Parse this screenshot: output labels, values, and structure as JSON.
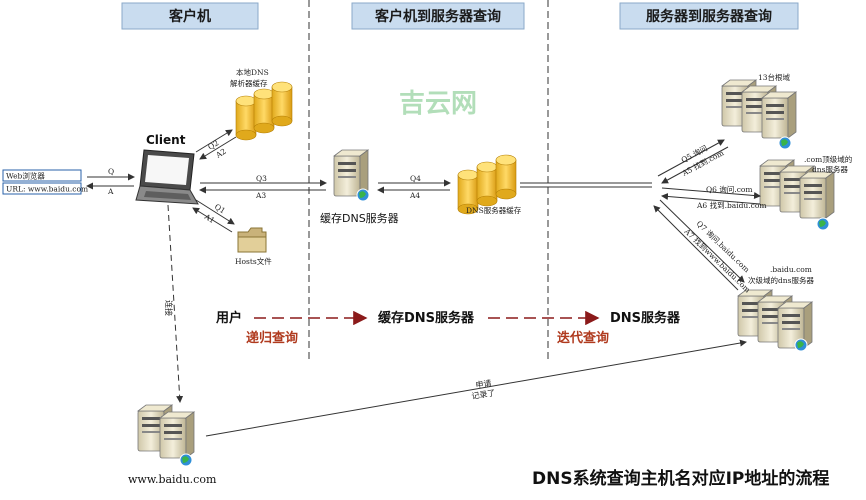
{
  "headers": {
    "client": "客户机",
    "client_to_server": "客户机到服务器查询",
    "server_to_server": "服务器到服务器查询"
  },
  "watermark": "吉云网",
  "browser": {
    "title": "Web浏览器",
    "url": "URL: www.baidu.com"
  },
  "client_label": "Client",
  "local_dns_cache": {
    "line1": "本地DNS",
    "line2": "解析器缓存"
  },
  "hosts_file": "Hosts文件",
  "cache_dns_server": "缓存DNS服务器",
  "dns_server_cache": "DNS服务器缓存",
  "root_servers": "13台根域",
  "com_server": {
    "line1": ".com顶级域的",
    "line2": "dns服务器"
  },
  "baidu_server": {
    "line1": ".baidu.com",
    "line2": "次级域的dns服务器"
  },
  "website": "www.baidu.com",
  "connect": "连接",
  "apply_record": {
    "line1": "申请",
    "line2": "记录了"
  },
  "flow": {
    "user": "用户",
    "cache_server": "缓存DNS服务器",
    "dns_server": "DNS服务器",
    "recursive": "递归查询",
    "iterative": "迭代查询"
  },
  "arrows": {
    "q": "Q",
    "a": "A",
    "q1": "Q1",
    "a1": "A1",
    "q2": "Q2",
    "a2": "A2",
    "q3": "Q3",
    "a3": "A3",
    "q4": "Q4",
    "a4": "A4",
    "q5": "Q5 询问",
    "a5": "A5 找到.com",
    "q6": "Q6 询问.com",
    "a6": "A6 找到.baidu.com",
    "q7": "Q7 询问.baidu.com",
    "a7": "A7 找到www.baidu.com"
  },
  "caption": "DNS系统查询主机名对应IP地址的流程",
  "colors": {
    "header_fill": "#c9dcef",
    "cylinder": "#f2c33a",
    "server_body": "#e6e0c8",
    "arrow_red": "#8b1a1a",
    "text_red": "#b03a1e"
  }
}
